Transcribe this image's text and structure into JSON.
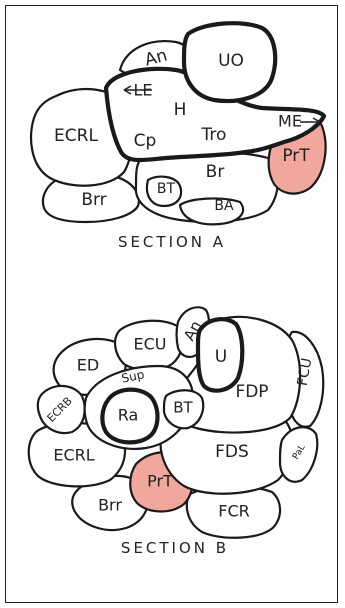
{
  "section_a": {
    "caption": "SECTION A",
    "labels": {
      "An": "An",
      "UO": "UO",
      "LE": "LE",
      "H": "H",
      "ME": "ME",
      "ECRL": "ECRL",
      "Cp": "Cp",
      "Tro": "Tro",
      "PrT": "PrT",
      "Br": "Br",
      "Brr": "Brr",
      "BT": "BT",
      "BA": "BA"
    }
  },
  "section_b": {
    "caption": "SECTION B",
    "labels": {
      "An": "An",
      "U": "U",
      "FCU": "FCU",
      "ECU": "ECU",
      "ED": "ED",
      "Sup": "Sup",
      "ECRB": "ECRB",
      "Ra": "Ra",
      "BT": "BT",
      "FDP": "FDP",
      "ECRL": "ECRL",
      "FDS": "FDS",
      "PaL": "PaL",
      "PrT": "PrT",
      "Brr": "Brr",
      "FCR": "FCR"
    }
  },
  "colors": {
    "highlight": "#f2a79c",
    "outline": "#1a1a1a"
  }
}
